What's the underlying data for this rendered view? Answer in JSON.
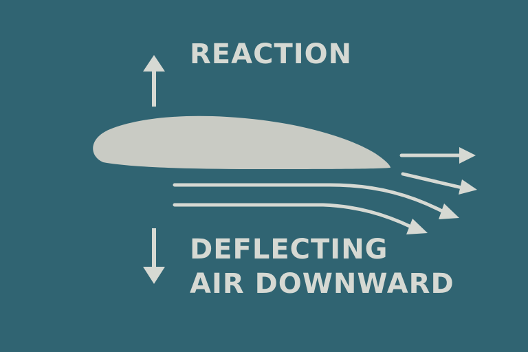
{
  "labels": {
    "reaction": "REACTION",
    "deflecting_line1": "DEFLECTING",
    "deflecting_line2": "AIR DOWNWARD"
  },
  "colors": {
    "background": "#306472",
    "foreground": "#d6d9d3",
    "airfoil": "#c9cbc4"
  },
  "icons": {
    "up": "arrow-up-icon",
    "down": "arrow-down-icon"
  }
}
